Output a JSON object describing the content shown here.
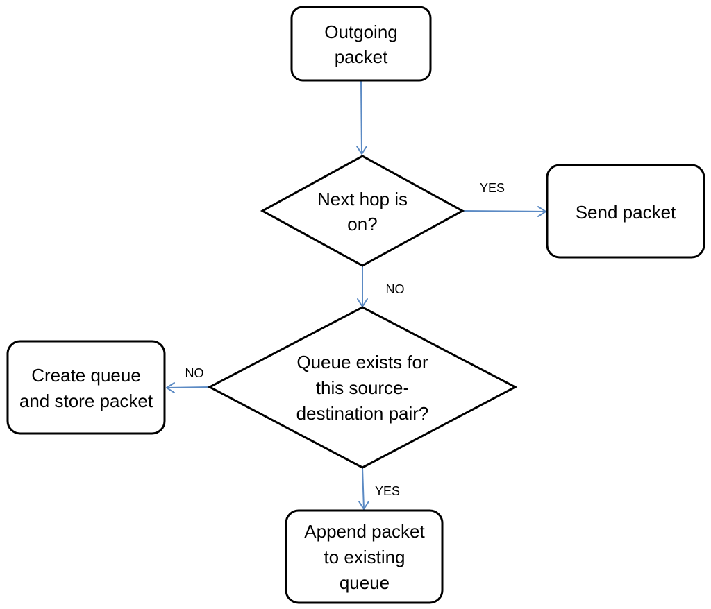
{
  "nodes": {
    "outgoing": {
      "lines": [
        "Outgoing",
        "packet"
      ]
    },
    "next_hop": {
      "lines": [
        "Next hop is",
        "on?"
      ]
    },
    "send": {
      "lines": [
        "Send packet"
      ]
    },
    "queue_exists": {
      "lines": [
        "Queue exists for",
        "this source-",
        "destination pair?"
      ]
    },
    "create_queue": {
      "lines": [
        "Create queue",
        "and store packet"
      ]
    },
    "append": {
      "lines": [
        "Append packet",
        "to existing",
        "queue"
      ]
    }
  },
  "edge_labels": {
    "next_hop_yes": "YES",
    "next_hop_no": "NO",
    "queue_no": "NO",
    "queue_yes": "YES"
  },
  "colors": {
    "connector": "#5b8ac4",
    "shape_stroke": "#000000",
    "background": "#ffffff"
  }
}
